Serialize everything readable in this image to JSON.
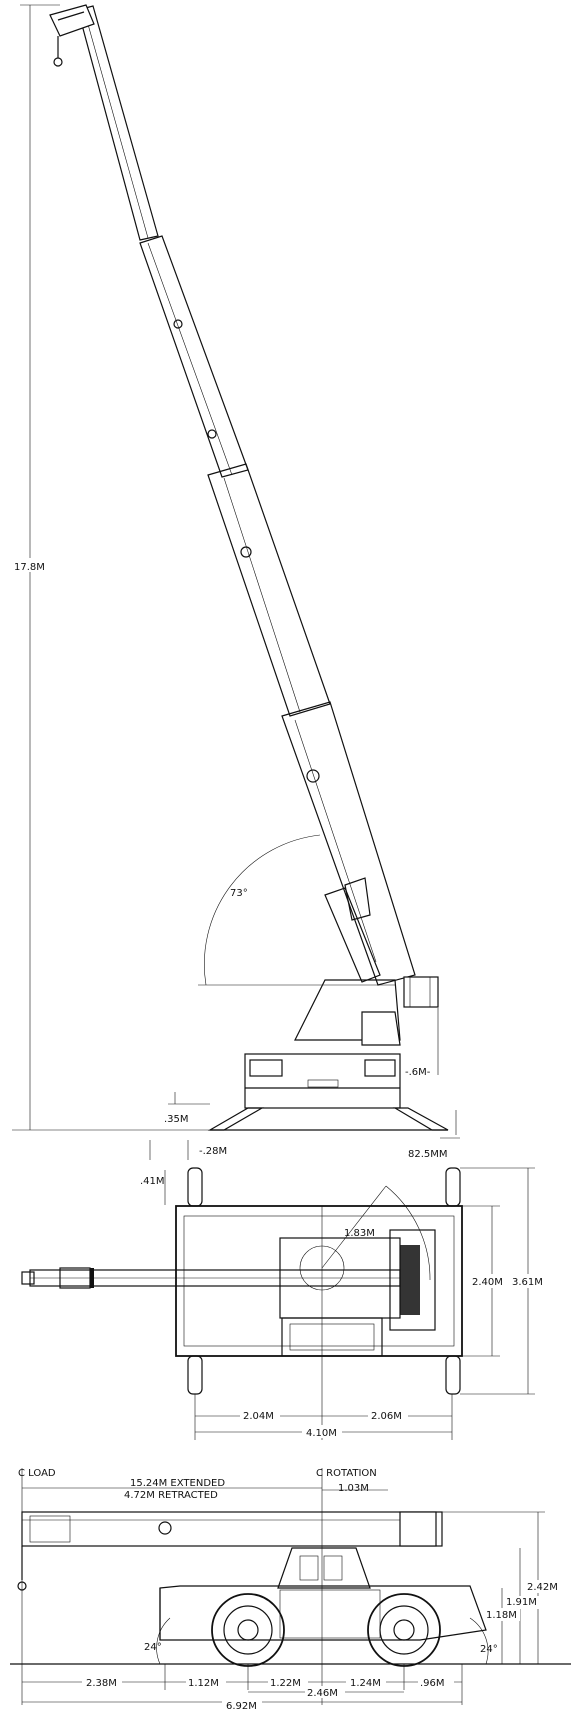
{
  "side_view": {
    "height": "17.8M",
    "angle": "73°",
    "pad_height": ".35M",
    "overhang": "-.6M-",
    "ground_clearance": "82.5MM"
  },
  "top_view": {
    "outrigger_offset": "-.28M",
    "outrigger_depth": ".41M",
    "swing_radius": "1.83M",
    "width_retracted": "2.40M",
    "width_extended": "3.61M",
    "front_span": "2.04M",
    "rear_span": "2.06M",
    "total_span": "4.10M"
  },
  "travel_view": {
    "load_label": "C LOAD",
    "rotation_label": "C ROTATION",
    "boom_extended": "15.24M EXTENDED",
    "boom_retracted": "4.72M RETRACTED",
    "rotation_offset": "1.03M",
    "overall_height": "2.42M",
    "cab_height": "1.91M",
    "deck_height": "1.18M",
    "approach_angle": "24°",
    "departure_angle": "24°",
    "front_overhang": "2.38M",
    "dim_1": "1.12M",
    "dim_2": "1.22M",
    "dim_3": "1.24M",
    "rear_overhang": ".96M",
    "wheelbase": "2.46M",
    "overall_length": "6.92M"
  }
}
